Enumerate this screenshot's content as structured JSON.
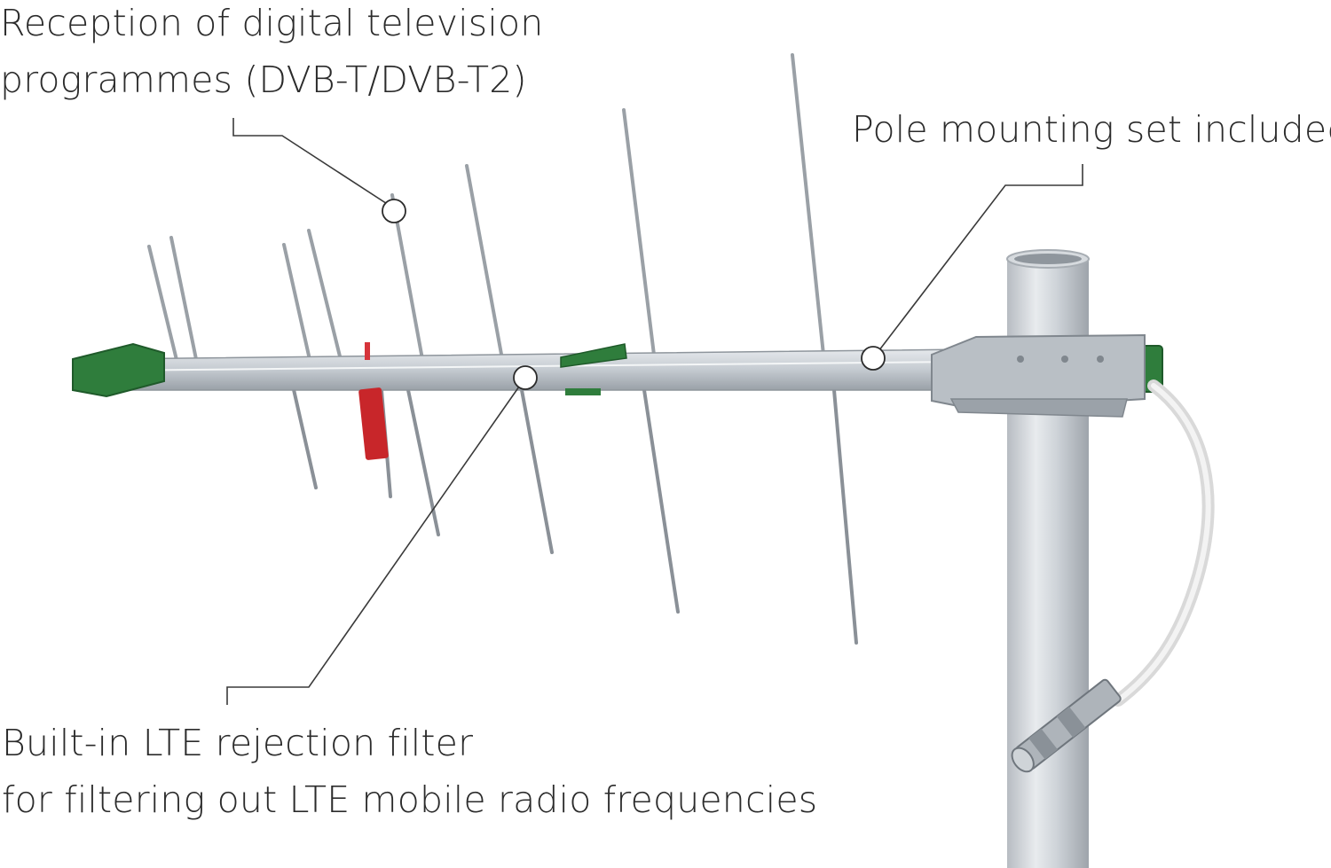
{
  "annotations": {
    "reception": {
      "line1": "Reception of digital television",
      "line2": "programmes (DVB-T/DVB-T2)"
    },
    "pole": {
      "line1": "Pole mounting set included"
    },
    "lte": {
      "line1": "Built-in LTE rejection filter",
      "line2": "for filtering out LTE mobile radio frequencies"
    }
  },
  "colors": {
    "text": "#2b2b2b",
    "leader_line": "#3a3a3a",
    "aluminium": "#c9ced3",
    "plastic_green": "#2f7d3c",
    "filter_red": "#c8262a",
    "cable": "#e6e6e6"
  },
  "icons": {
    "callout_marker": "circle-marker-icon"
  }
}
